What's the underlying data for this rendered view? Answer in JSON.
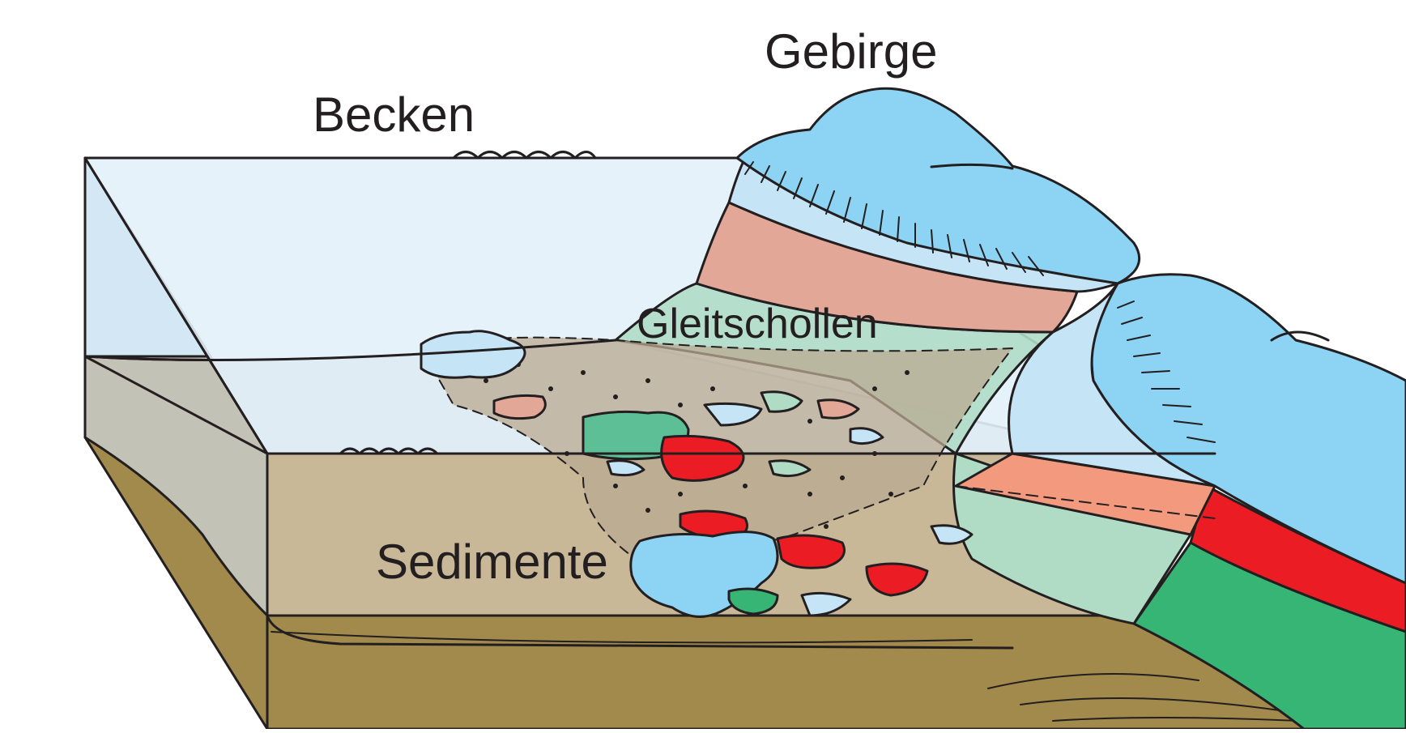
{
  "labels": {
    "mountains": "Gebirge",
    "basin": "Becken",
    "slide_blocks": "Gleitschollen",
    "sediments": "Sedimente"
  },
  "colors": {
    "outline": "#231f20",
    "water": "#e3f1fa",
    "water_side": "#d3e7f5",
    "submerged": "#c2c3b6",
    "sediment_top": "#c8b898",
    "earth": "#a2894c",
    "mountain_blue": "#8dd3f3",
    "layer_light_blue": "#c5e4f5",
    "layer_salmon": "#e2a797",
    "layer_mint": "#b0dcc6",
    "layer_red": "#ec1c24",
    "layer_green": "#36b574",
    "block_green": "#5dbf95"
  }
}
